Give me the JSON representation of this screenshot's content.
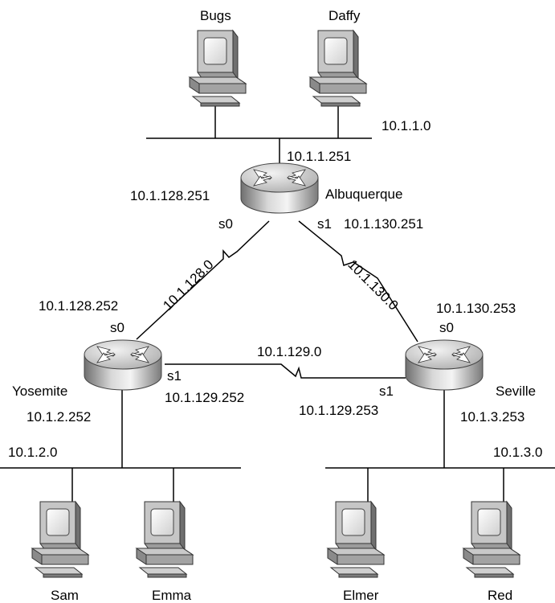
{
  "hosts": {
    "bugs": "Bugs",
    "daffy": "Daffy",
    "sam": "Sam",
    "emma": "Emma",
    "elmer": "Elmer",
    "red": "Red"
  },
  "routers": {
    "albuquerque": {
      "name": "Albuquerque",
      "lan_ip": "10.1.1.251",
      "s0_label": "s0",
      "s0_ip": "10.1.128.251",
      "s1_label": "s1",
      "s1_ip": "10.1.130.251"
    },
    "yosemite": {
      "name": "Yosemite",
      "lan_ip": "10.1.2.252",
      "s0_label": "s0",
      "s0_ip": "10.1.128.252",
      "s1_label": "s1",
      "s1_ip": "10.1.129.252"
    },
    "seville": {
      "name": "Seville",
      "lan_ip": "10.1.3.253",
      "s0_label": "s0",
      "s0_ip": "10.1.130.253",
      "s1_label": "s1",
      "s1_ip": "10.1.129.253"
    }
  },
  "networks": {
    "lan_top": "10.1.1.0",
    "lan_left": "10.1.2.0",
    "lan_right": "10.1.3.0",
    "wan_left": "10.1.128.0",
    "wan_right": "10.1.130.0",
    "wan_bottom": "10.1.129.0"
  }
}
